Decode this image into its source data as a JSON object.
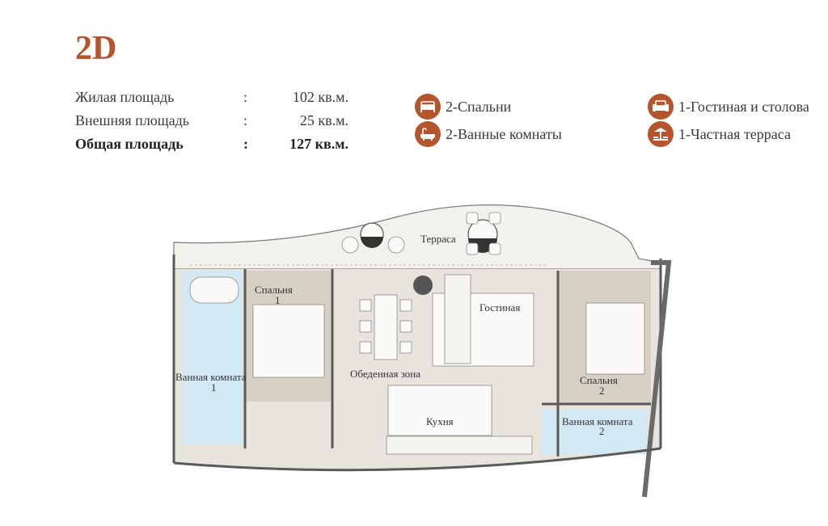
{
  "title": "2D",
  "areas": [
    {
      "label": "Жилая площадь",
      "sep": ":",
      "value": "102 кв.м.",
      "bold": false
    },
    {
      "label": "Внешняя площадь",
      "sep": ":",
      "value": "25 кв.м.",
      "bold": false
    },
    {
      "label": "Общая площадь",
      "sep": ":",
      "value": "127 кв.м.",
      "bold": true
    }
  ],
  "features": {
    "bedrooms": {
      "label": "2-Спальни",
      "icon": "bed-icon"
    },
    "bathrooms": {
      "label": "2-Ванные комнаты",
      "icon": "bathtub-icon"
    },
    "living": {
      "label": "1-Гостиная и столова",
      "icon": "armchair-icon"
    },
    "terrace": {
      "label": "1-Частная терраса",
      "icon": "terrace-icon"
    }
  },
  "plan": {
    "rooms": {
      "terrace": "Терраса",
      "bedroom1_line1": "Спальня",
      "bedroom1_line2": "1",
      "living": "Гостиная",
      "dining": "Обеденная зона",
      "bath1_line1": "Ванная комната",
      "bath1_line2": "1",
      "bedroom2_line1": "Спальня",
      "bedroom2_line2": "2",
      "kitchen": "Кухня",
      "bath2_line1": "Ванная комната",
      "bath2_line2": "2"
    }
  },
  "colors": {
    "accent": "#b4552d",
    "floor": "#e7e4dd",
    "bedroom_floor": "#d6d0c4",
    "bath_floor": "#d2e8f3",
    "wall": "#5a5a5a"
  }
}
